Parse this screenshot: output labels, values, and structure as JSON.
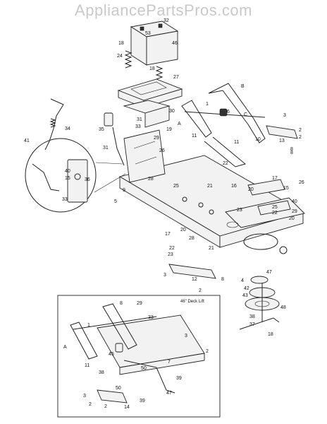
{
  "watermark": "AppliancePartsPros.com",
  "inset": {
    "title": "46\" Deck Lift"
  },
  "callouts": [
    "32",
    "53",
    "18",
    "46",
    "24",
    "18",
    "27",
    "30",
    "31",
    "33",
    "29",
    "26",
    "19",
    "28",
    "9",
    "25",
    "21",
    "5",
    "22",
    "34",
    "41",
    "36",
    "40",
    "15",
    "33",
    "35",
    "31",
    "2",
    "B",
    "C",
    "11",
    "6",
    "1",
    "A",
    "11",
    "10",
    "8",
    "3",
    "13",
    "2",
    "8",
    "17",
    "20",
    "15",
    "26",
    "40",
    "16",
    "23",
    "25",
    "22",
    "29",
    "20",
    "28",
    "17",
    "20",
    "22",
    "23",
    "21",
    "12",
    "3",
    "2",
    "8",
    "47",
    "4",
    "42",
    "43",
    "48",
    "38",
    "37",
    "18",
    "8",
    "29",
    "1",
    "33",
    "3",
    "2",
    "45",
    "A",
    "11",
    "50",
    "38",
    "47",
    "50",
    "39",
    "14",
    "2",
    "3",
    "2",
    "39",
    "7"
  ],
  "callout_colors": {
    "ink": "#111111",
    "line": "#222222"
  }
}
